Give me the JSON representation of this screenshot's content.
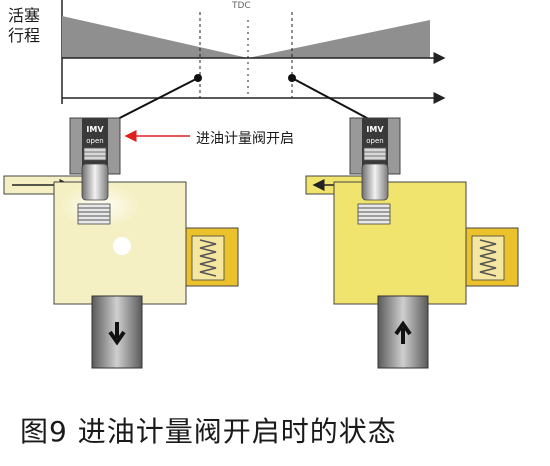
{
  "diagram": {
    "axis_label": "活塞行程",
    "imv_text": "IMV",
    "open_text": "open",
    "annotation": "进油计量阀开启",
    "caption": "图9   进油计量阀开启时的状态",
    "top_label": "TDC"
  },
  "colors": {
    "gray_fill": "#8f8f8f",
    "pale_yellow": "#f5f0c3",
    "yellow": "#f1e46e",
    "gold": "#ebc22c",
    "arrow_red": "#e02020"
  }
}
